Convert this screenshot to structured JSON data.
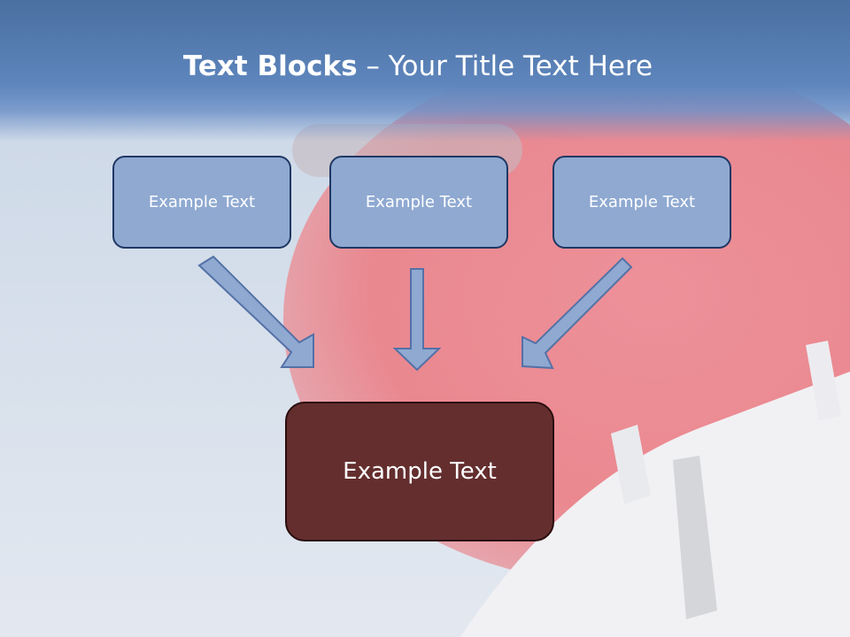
{
  "slide": {
    "title_bold": "Text Blocks",
    "title_rest": " – Your Title Text Here",
    "blocks": [
      {
        "label": "Example Text"
      },
      {
        "label": "Example Text"
      },
      {
        "label": "Example Text"
      }
    ],
    "result_block": {
      "label": "Example Text"
    },
    "colors": {
      "title_band": "#5e86bd",
      "top_box_fill": "#8fa9d1",
      "top_box_border": "#1f3864",
      "bottom_box_fill": "#642e2e",
      "arrow_fill": "#8fa9d1",
      "arrow_stroke": "#5471a6"
    }
  }
}
